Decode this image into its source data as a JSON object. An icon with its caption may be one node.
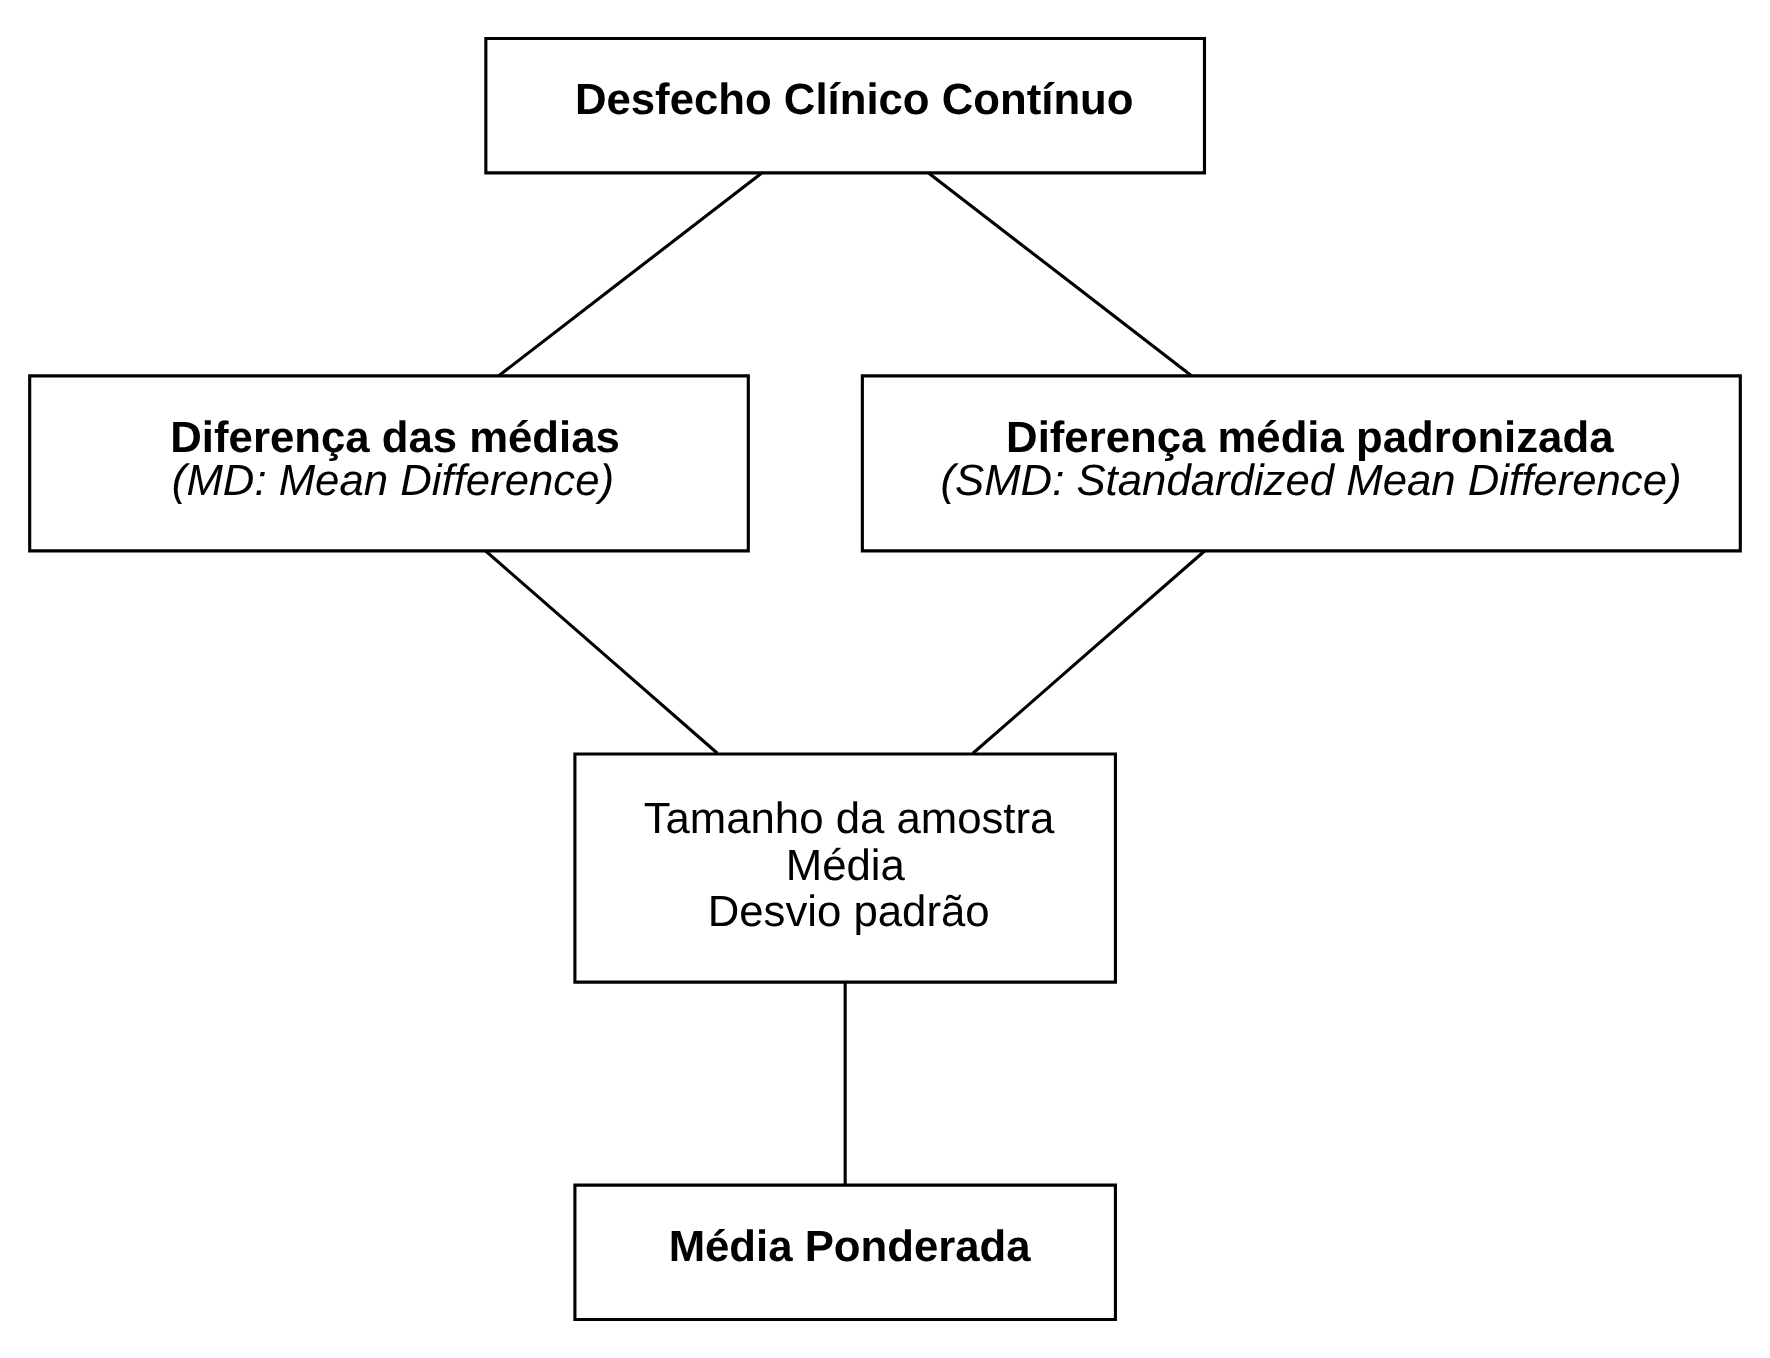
{
  "diagram": {
    "nodes": [
      {
        "text": [
          "Desfecho Clínico Contínuo"
        ]
      },
      {
        "text": [
          "Diferença das médias",
          "(MD: Mean Difference)"
        ]
      },
      {
        "text": [
          "Diferença média padronizada",
          "(SMD: Standardized Mean Difference)"
        ]
      },
      {
        "text": [
          "Tamanho da amostra",
          "Média",
          "Desvio padrão"
        ]
      },
      {
        "text": [
          "Média Ponderada"
        ]
      }
    ],
    "edges": [
      {
        "from": 0,
        "to": 1,
        "arrow": "none"
      },
      {
        "from": 0,
        "to": 2,
        "arrow": "none"
      },
      {
        "from": 1,
        "to": 3,
        "arrow": "none"
      },
      {
        "from": 2,
        "to": 3,
        "arrow": "none"
      },
      {
        "from": 3,
        "to": 4,
        "arrow": "none"
      }
    ]
  }
}
